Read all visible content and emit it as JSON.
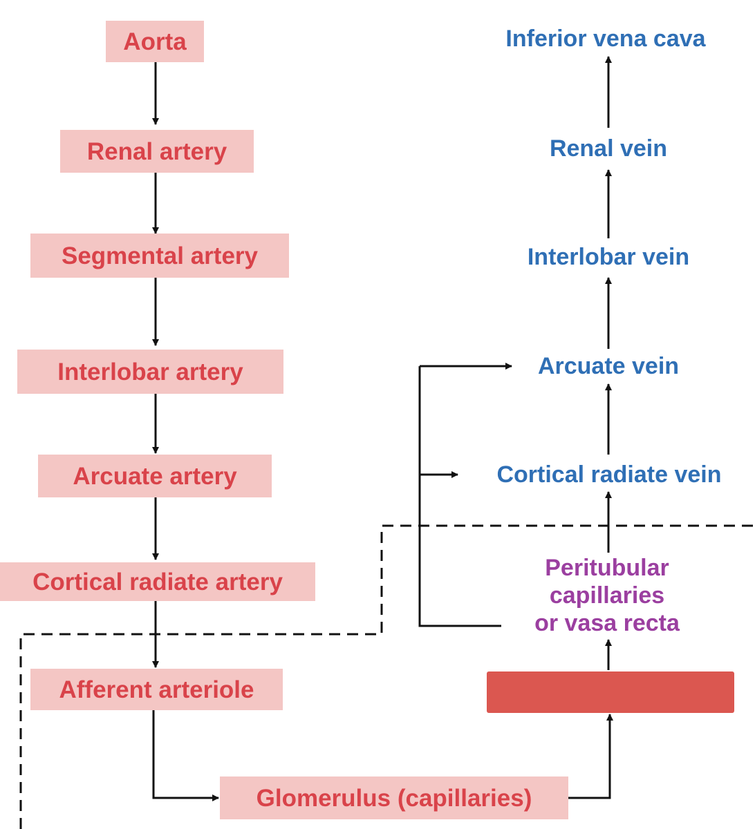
{
  "arterial": {
    "aorta": "Aorta",
    "renal_artery": "Renal artery",
    "segmental_artery": "Segmental artery",
    "interlobar_artery": "Interlobar artery",
    "arcuate_artery": "Arcuate artery",
    "cortical_radiate_artery": "Cortical radiate artery",
    "afferent_arteriole": "Afferent arteriole",
    "glomerulus": "Glomerulus (capillaries)"
  },
  "venous": {
    "inferior_vena_cava": "Inferior vena cava",
    "renal_vein": "Renal vein",
    "interlobar_vein": "Interlobar vein",
    "arcuate_vein": "Arcuate vein",
    "cortical_radiate_vein": "Cortical radiate vein"
  },
  "capillaries": {
    "line1": "Peritubular",
    "line2": "capillaries",
    "line3": "or vasa recta"
  },
  "colors": {
    "artery_text": "#d9434a",
    "artery_fill": "#f4c6c4",
    "vein_text": "#2f6fb5",
    "capillary_text": "#9b3fa0",
    "efferent_bar": "#db5750",
    "line": "#111111"
  }
}
